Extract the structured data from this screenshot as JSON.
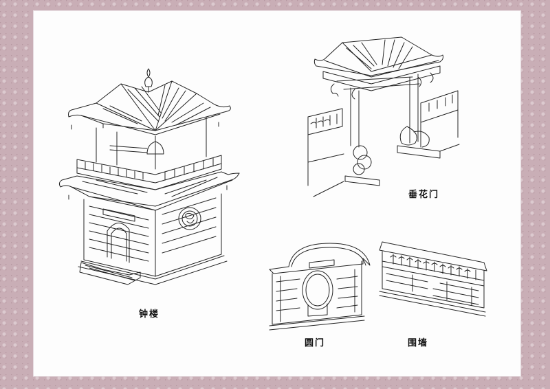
{
  "labels": {
    "bell_tower": "钟楼",
    "floral_gate": "垂花门",
    "moon_gate": "圆门",
    "enclosure_wall": "围墙"
  }
}
